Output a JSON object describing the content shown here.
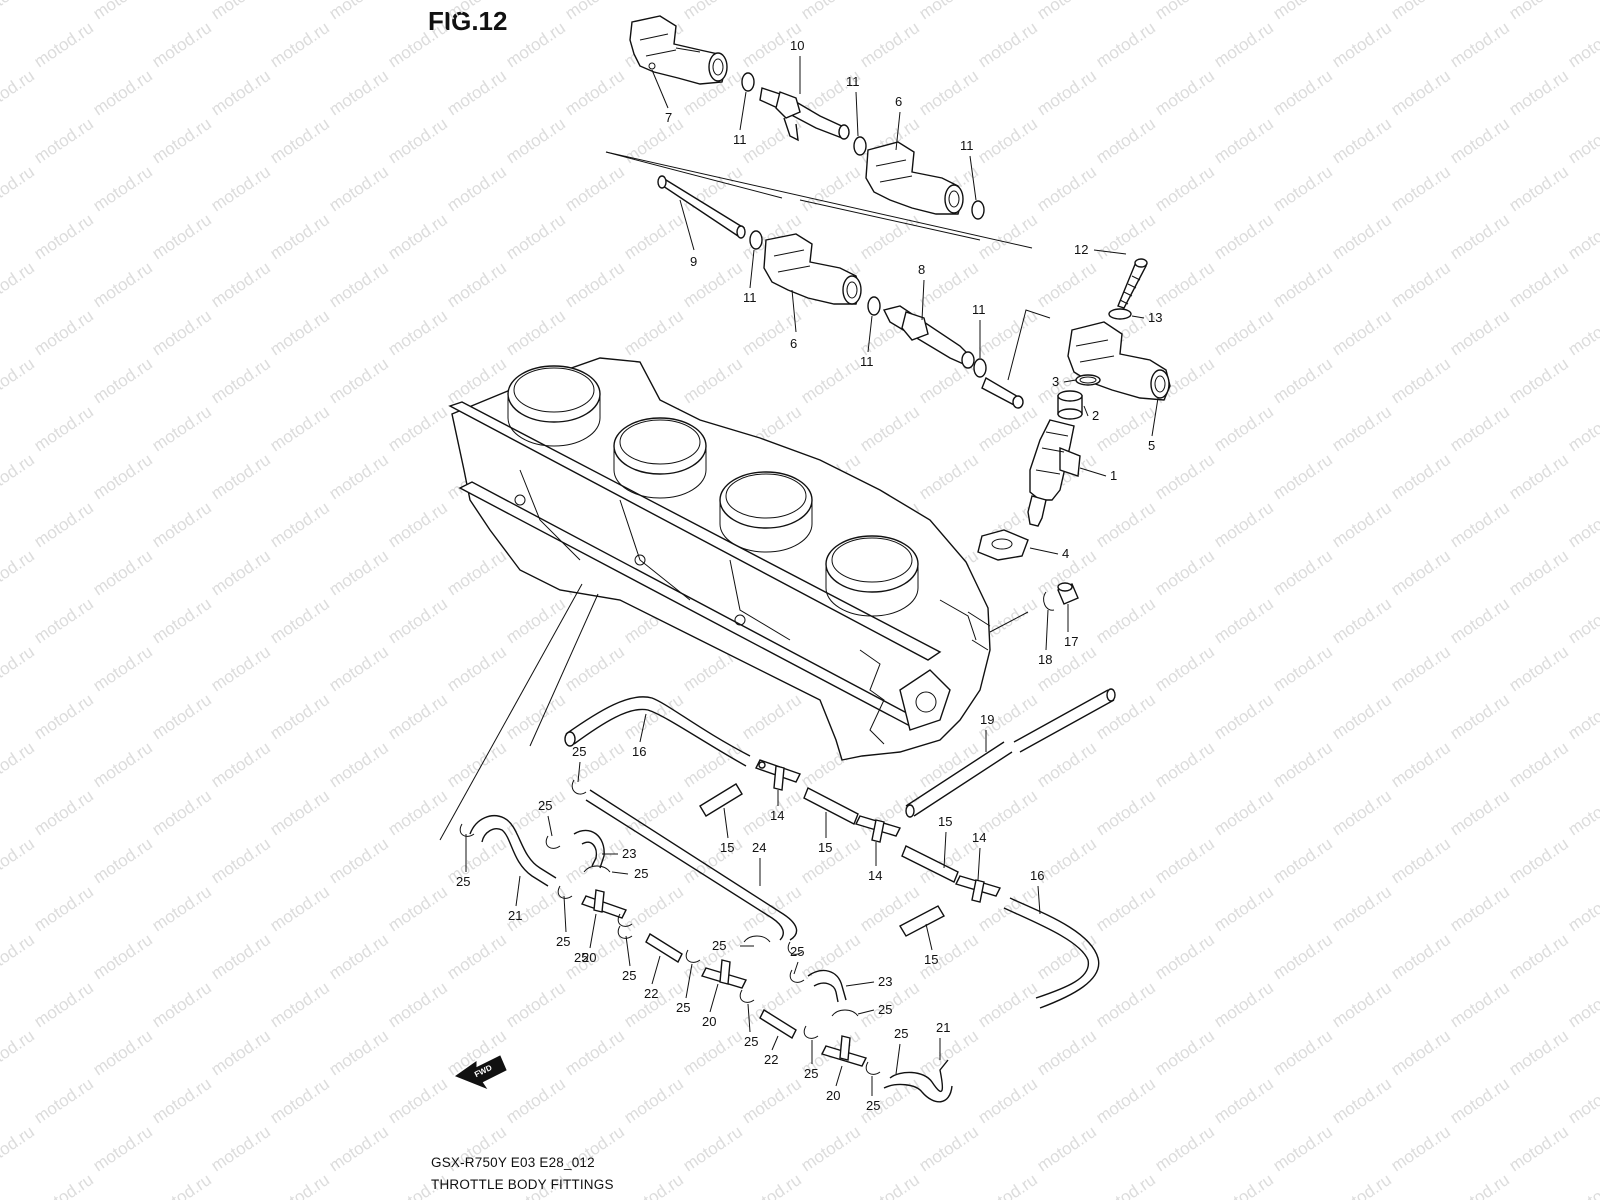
{
  "figure": {
    "title": "FIG.12",
    "model_code": "GSX-R750Y E03 E28_012",
    "caption": "THROTTLE BODY FITTINGS"
  },
  "watermark": {
    "text": "motod.ru",
    "color": "#dcdcdc"
  },
  "fwd_arrow": {
    "label": "FWD"
  },
  "callouts": [
    {
      "id": "c-7",
      "label": "7"
    },
    {
      "id": "c-10",
      "label": "10"
    },
    {
      "id": "c-11a",
      "label": "11"
    },
    {
      "id": "c-11b",
      "label": "11"
    },
    {
      "id": "c-6a",
      "label": "6"
    },
    {
      "id": "c-11c",
      "label": "11"
    },
    {
      "id": "c-9",
      "label": "9"
    },
    {
      "id": "c-11d",
      "label": "11"
    },
    {
      "id": "c-6b",
      "label": "6"
    },
    {
      "id": "c-8",
      "label": "8"
    },
    {
      "id": "c-11e",
      "label": "11"
    },
    {
      "id": "c-11f",
      "label": "11"
    },
    {
      "id": "c-12",
      "label": "12"
    },
    {
      "id": "c-13",
      "label": "13"
    },
    {
      "id": "c-3",
      "label": "3"
    },
    {
      "id": "c-2",
      "label": "2"
    },
    {
      "id": "c-5",
      "label": "5"
    },
    {
      "id": "c-1",
      "label": "1"
    },
    {
      "id": "c-4",
      "label": "4"
    },
    {
      "id": "c-18",
      "label": "18"
    },
    {
      "id": "c-17",
      "label": "17"
    },
    {
      "id": "c-19",
      "label": "19"
    },
    {
      "id": "c-16a",
      "label": "16"
    },
    {
      "id": "c-25a",
      "label": "25"
    },
    {
      "id": "c-14a",
      "label": "14"
    },
    {
      "id": "c-15a",
      "label": "15"
    },
    {
      "id": "c-15b",
      "label": "15"
    },
    {
      "id": "c-14b",
      "label": "14"
    },
    {
      "id": "c-15c",
      "label": "15"
    },
    {
      "id": "c-14c",
      "label": "14"
    },
    {
      "id": "c-16b",
      "label": "16"
    },
    {
      "id": "c-15d",
      "label": "15"
    },
    {
      "id": "c-25b",
      "label": "25"
    },
    {
      "id": "c-23a",
      "label": "23"
    },
    {
      "id": "c-24",
      "label": "24"
    },
    {
      "id": "c-25c",
      "label": "25"
    },
    {
      "id": "c-25d",
      "label": "25"
    },
    {
      "id": "c-21a",
      "label": "21"
    },
    {
      "id": "c-25e",
      "label": "25"
    },
    {
      "id": "c-20a",
      "label": "20"
    },
    {
      "id": "c-25f",
      "label": "25"
    },
    {
      "id": "c-22a",
      "label": "22"
    },
    {
      "id": "c-25g",
      "label": "25"
    },
    {
      "id": "c-25h",
      "label": "25"
    },
    {
      "id": "c-20b",
      "label": "20"
    },
    {
      "id": "c-25i",
      "label": "25"
    },
    {
      "id": "c-22b",
      "label": "22"
    },
    {
      "id": "c-25j",
      "label": "25"
    },
    {
      "id": "c-23b",
      "label": "23"
    },
    {
      "id": "c-25k",
      "label": "25"
    },
    {
      "id": "c-25l",
      "label": "25"
    },
    {
      "id": "c-20c",
      "label": "20"
    },
    {
      "id": "c-25m",
      "label": "25"
    },
    {
      "id": "c-25n",
      "label": "25"
    },
    {
      "id": "c-21b",
      "label": "21"
    },
    {
      "id": "c-25o",
      "label": "25"
    }
  ]
}
